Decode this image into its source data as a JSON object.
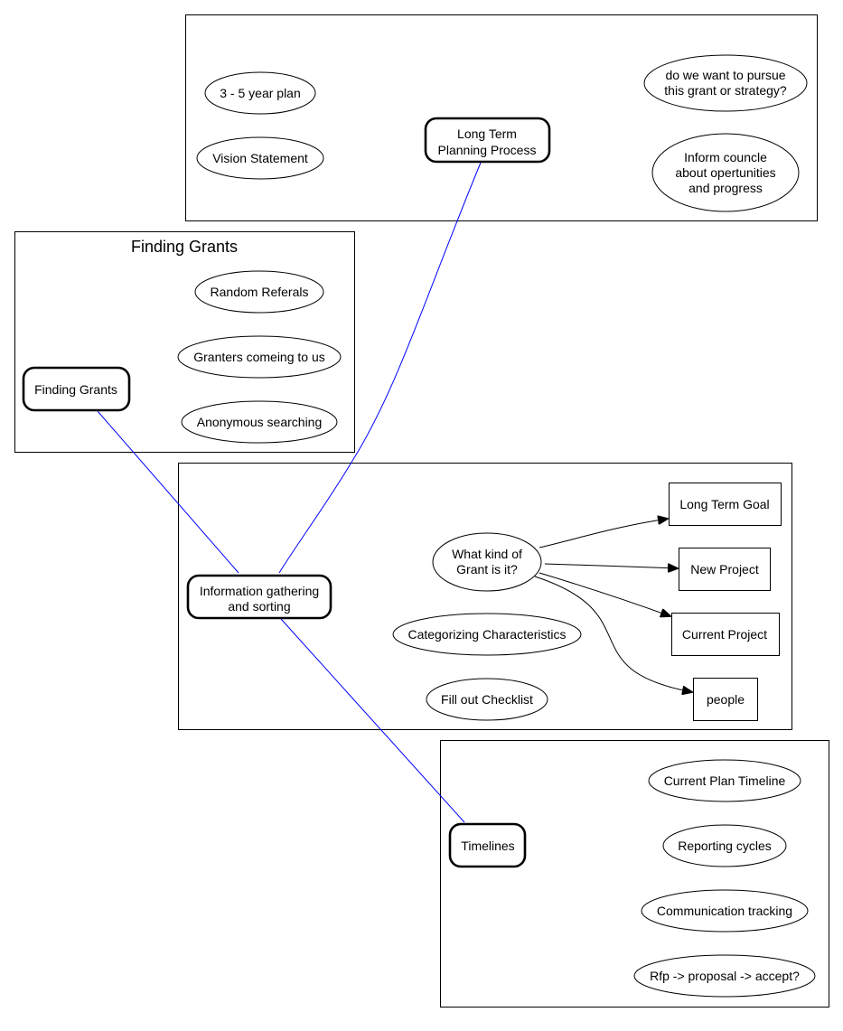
{
  "clusters": {
    "long_term": {
      "nodes": {
        "main": [
          "Long Term",
          "Planning Process"
        ],
        "plan": "3 - 5 year plan",
        "vision": "Vision Statement",
        "pursue": [
          "do we want to pursue",
          "this grant or strategy?"
        ],
        "inform": [
          "Inform councle",
          "about opertunities",
          "and progress"
        ]
      }
    },
    "finding": {
      "title": "Finding Grants",
      "nodes": {
        "main": "Finding Grants",
        "random": "Random Referals",
        "granters": "Granters comeing to us",
        "anonymous": "Anonymous searching"
      }
    },
    "info": {
      "nodes": {
        "main": [
          "Information gathering",
          "and sorting"
        ],
        "what_kind": [
          "What kind of",
          "Grant is it?"
        ],
        "categorizing": "Categorizing Characteristics",
        "checklist": "Fill out Checklist",
        "long_term_goal": "Long Term Goal",
        "new_project": "New Project",
        "current_project": "Current Project",
        "people": "people"
      }
    },
    "timelines": {
      "nodes": {
        "main": "Timelines",
        "current_plan": "Current Plan Timeline",
        "reporting": "Reporting cycles",
        "communication": "Communication tracking",
        "rfp": "Rfp -> proposal -> accept?"
      }
    }
  },
  "colors": {
    "cross_cluster_edge": "#0000ff",
    "edge": "#000000"
  }
}
